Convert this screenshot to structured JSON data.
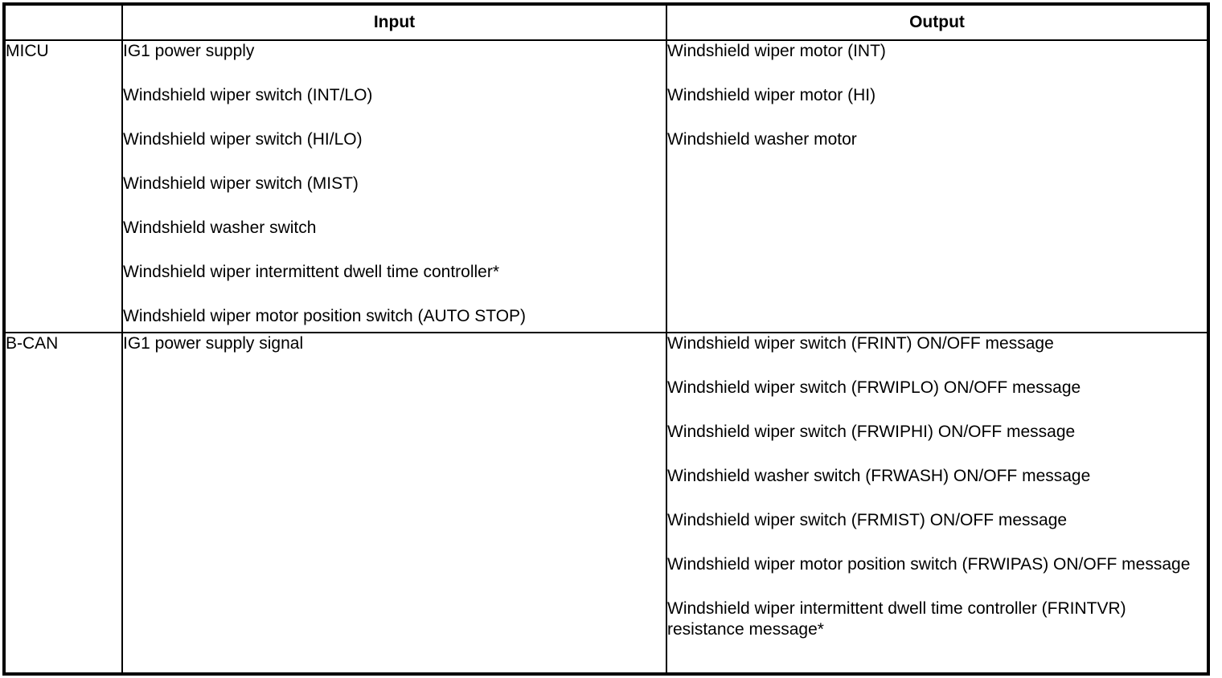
{
  "table": {
    "headers": {
      "unit": "",
      "input": "Input",
      "output": "Output"
    },
    "rows": [
      {
        "unit": "MICU",
        "inputs": [
          "IG1 power supply",
          "Windshield wiper switch (INT/LO)",
          "Windshield wiper switch (HI/LO)",
          "Windshield wiper switch (MIST)",
          "Windshield washer switch",
          "Windshield wiper intermittent dwell time controller*",
          "Windshield wiper motor position switch (AUTO STOP)"
        ],
        "outputs": [
          "Windshield wiper motor (INT)",
          "Windshield wiper motor (HI)",
          "Windshield washer motor"
        ]
      },
      {
        "unit": "B-CAN",
        "inputs": [
          "IG1 power supply signal"
        ],
        "outputs": [
          "Windshield wiper switch (FRINT) ON/OFF message",
          "Windshield wiper switch (FRWIPLO) ON/OFF message",
          "Windshield wiper switch (FRWIPHI) ON/OFF message",
          "Windshield washer switch (FRWASH) ON/OFF message",
          "Windshield wiper switch (FRMIST) ON/OFF message",
          "Windshield wiper motor position switch (FRWIPAS) ON/OFF message",
          "Windshield wiper intermittent dwell time controller (FRINTVR) resistance message*"
        ]
      }
    ]
  },
  "colors": {
    "border": "#000000",
    "text": "#000000",
    "background": "#ffffff"
  }
}
